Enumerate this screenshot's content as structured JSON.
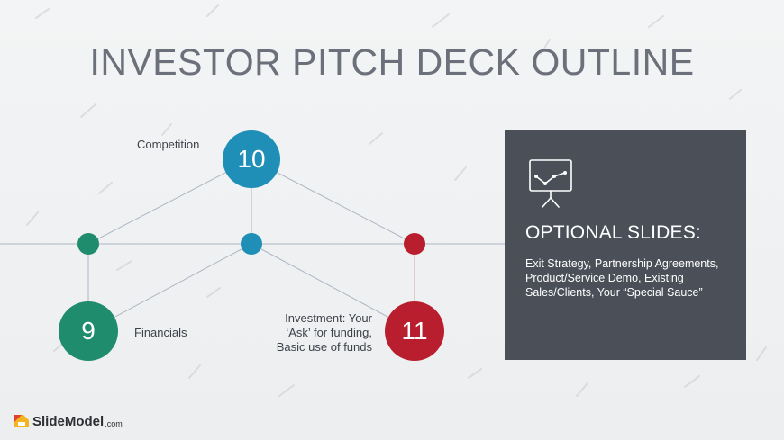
{
  "title": "INVESTOR PITCH DECK OUTLINE",
  "diagram": {
    "nodes": [
      {
        "number": "10",
        "label": "Competition",
        "color": "#1f8fb8"
      },
      {
        "number": "9",
        "label": "Financials",
        "color": "#1f8c6e"
      },
      {
        "number": "11",
        "label": "Investment: Your\n‘Ask’ for funding,\nBasic use of funds",
        "color": "#b81e2e"
      }
    ],
    "connector_dots": [
      {
        "color": "#1f8c6e"
      },
      {
        "color": "#1f8fb8"
      },
      {
        "color": "#b81e2e"
      }
    ],
    "line_color": "#aeb6c4"
  },
  "panel": {
    "icon": "presentation-board-icon",
    "heading": "OPTIONAL SLIDES:",
    "body": "Exit Strategy, Partnership Agreements, Product/Service Demo, Existing Sales/Clients, Your “Special Sauce”",
    "background": "#4a4f58"
  },
  "brand": {
    "name": "SlideModel",
    "suffix": ".com",
    "icon": "slidemodel-logo-icon"
  }
}
